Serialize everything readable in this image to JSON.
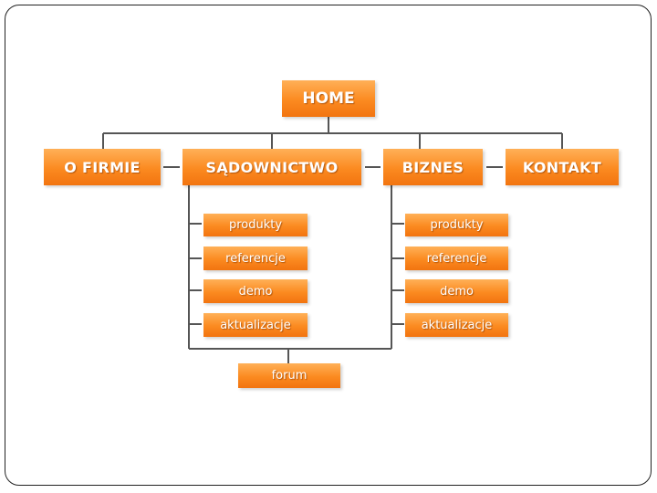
{
  "home": {
    "label": "HOME"
  },
  "top_nav": [
    {
      "label": "O FIRMIE"
    },
    {
      "label": "SĄDOWNICTWO"
    },
    {
      "label": "BIZNES"
    },
    {
      "label": "KONTAKT"
    }
  ],
  "sadownictwo": {
    "items": [
      {
        "label": "produkty"
      },
      {
        "label": "referencje"
      },
      {
        "label": "demo"
      },
      {
        "label": "aktualizacje"
      }
    ]
  },
  "biznes": {
    "items": [
      {
        "label": "produkty"
      },
      {
        "label": "referencje"
      },
      {
        "label": "demo"
      },
      {
        "label": "aktualizacje"
      }
    ]
  },
  "forum": {
    "label": "forum"
  },
  "colors": {
    "box_fill": "#fb8a20",
    "box_text": "#ffffff",
    "connector": "#555555"
  }
}
